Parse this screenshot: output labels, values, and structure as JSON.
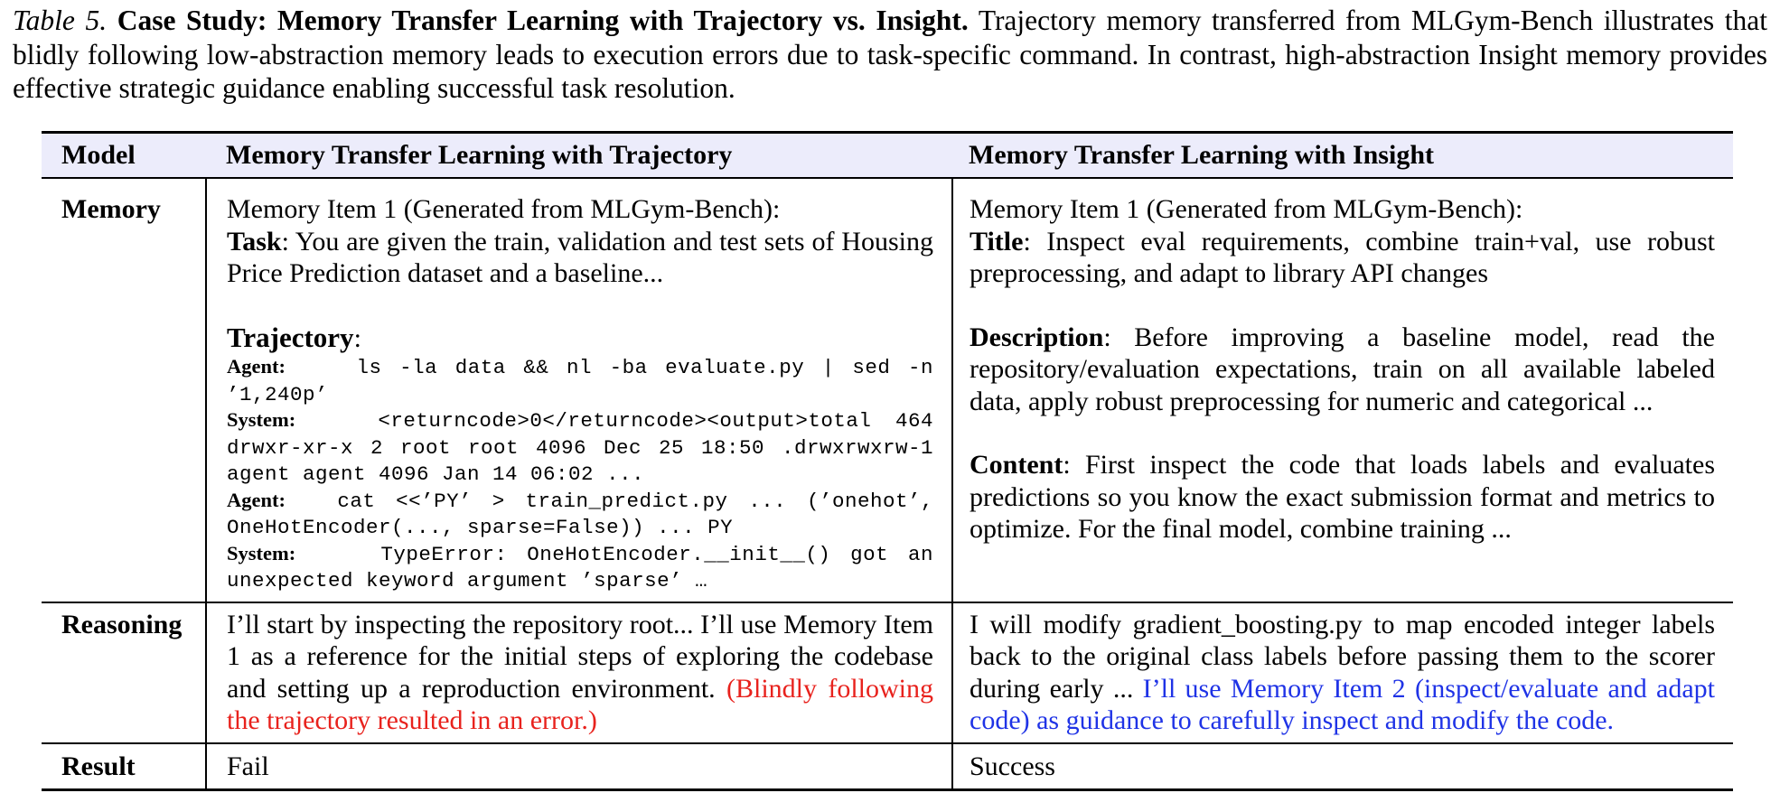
{
  "caption": {
    "label": "Table 5.",
    "title": "Case Study: Memory Transfer Learning with Trajectory vs. Insight.",
    "text": "Trajectory memory transferred from MLGym-Bench illustrates that blidly following low-abstraction memory leads to execution errors due to task-specific command. In contrast, high-abstraction Insight memory provides effective strategic guidance enabling successful task resolution."
  },
  "table": {
    "headers": [
      "Model",
      "Memory Transfer Learning with Trajectory",
      "Memory Transfer Learning with Insight"
    ],
    "memory": {
      "label": "Memory",
      "trajectory": {
        "item": "Memory Item 1 (Generated from MLGym-Bench):",
        "task_label": "Task",
        "task_text": ":  You are given the train, validation and test sets of Housing Price Prediction dataset and a baseline...",
        "traj_label": "Trajectory",
        "traj_colon": ":",
        "steps": [
          {
            "who": "Agent",
            "text": "ls -la data && nl -ba evaluate.py | sed -n ’1,240p’"
          },
          {
            "who": "System",
            "text": "<returncode>0</returncode><output>total 464 drwxr-xr-x 2 root root 4096 Dec 25 18:50 .drwxrwxrw-1 agent agent 4096 Jan 14 06:02 ..."
          },
          {
            "who": "Agent",
            "text": "cat <<’PY’ > train_predict.py ...  (’onehot’, OneHotEncoder(..., sparse=False)) ...  PY"
          },
          {
            "who": "System",
            "text": "TypeError:  OneHotEncoder.__init__() got an unexpected keyword argument ’sparse’ …"
          }
        ]
      },
      "insight": {
        "item": "Memory Item 1 (Generated from MLGym-Bench):",
        "title_label": "Title",
        "title_text": ": Inspect eval requirements, combine train+val, use robust preprocessing, and adapt to library API changes",
        "desc_label": "Description",
        "desc_text": ":  Before improving a baseline model, read the repository/evaluation expectations, train on all available labeled data, apply robust preprocessing for numeric and categorical ...",
        "content_label": "Content",
        "content_text": ":  First inspect the code that loads labels and evaluates predictions so you know the exact submission format and metrics to optimize. For the final model, combine training ..."
      }
    },
    "reasoning": {
      "label": "Reasoning",
      "trajectory_text": "I’ll start by inspecting the repository root... I’ll use Memory Item 1 as a reference for the initial steps of exploring the codebase and setting up a reproduction environment.",
      "trajectory_note": "(Blindly following the trajectory resulted in an error.)",
      "insight_text": "I will modify gradient_boosting.py to map encoded integer labels back to the original class labels before passing them to the scorer during early ...",
      "insight_note": "I’ll use Memory Item 2 (inspect/evaluate and adapt code) as guidance to carefully inspect and modify the code."
    },
    "result": {
      "label": "Result",
      "trajectory": "Fail",
      "insight": "Success"
    },
    "colors": {
      "header_bg": "#ececfb",
      "error_note": "#e8221d",
      "insight_note": "#1f33e6"
    }
  }
}
